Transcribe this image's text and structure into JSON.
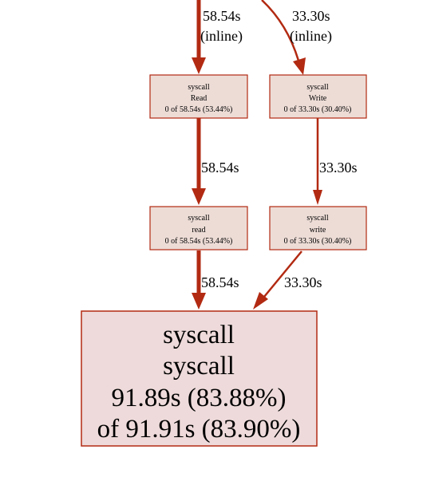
{
  "colors": {
    "edge": "#b22a12",
    "node_border": "#b22a12",
    "node_fill_small": "#eddcd6",
    "node_fill_big": "#eedada",
    "background": "#ffffff"
  },
  "nodes": {
    "syscall_Read": {
      "line1": "syscall",
      "line2": "Read",
      "line3": "0 of 58.54s (53.44%)"
    },
    "syscall_Write": {
      "line1": "syscall",
      "line2": "Write",
      "line3": "0 of 33.30s (30.40%)"
    },
    "syscall_read": {
      "line1": "syscall",
      "line2": "read",
      "line3": "0 of 58.54s (53.44%)"
    },
    "syscall_write": {
      "line1": "syscall",
      "line2": "write",
      "line3": "0 of 33.30s (30.40%)"
    },
    "syscall_syscall": {
      "line1": "syscall",
      "line2": "syscall",
      "line3": "91.89s (83.88%)",
      "line4": "of 91.91s (83.90%)"
    }
  },
  "edges": {
    "in_read": {
      "label1": "58.54s",
      "label2": "(inline)"
    },
    "in_write": {
      "label1": "33.30s",
      "label2": "(inline)"
    },
    "Read_to_read": {
      "label": "58.54s"
    },
    "Write_to_write": {
      "label": "33.30s"
    },
    "read_to_syscall": {
      "label": "58.54s"
    },
    "write_to_syscall": {
      "label": "33.30s"
    }
  }
}
